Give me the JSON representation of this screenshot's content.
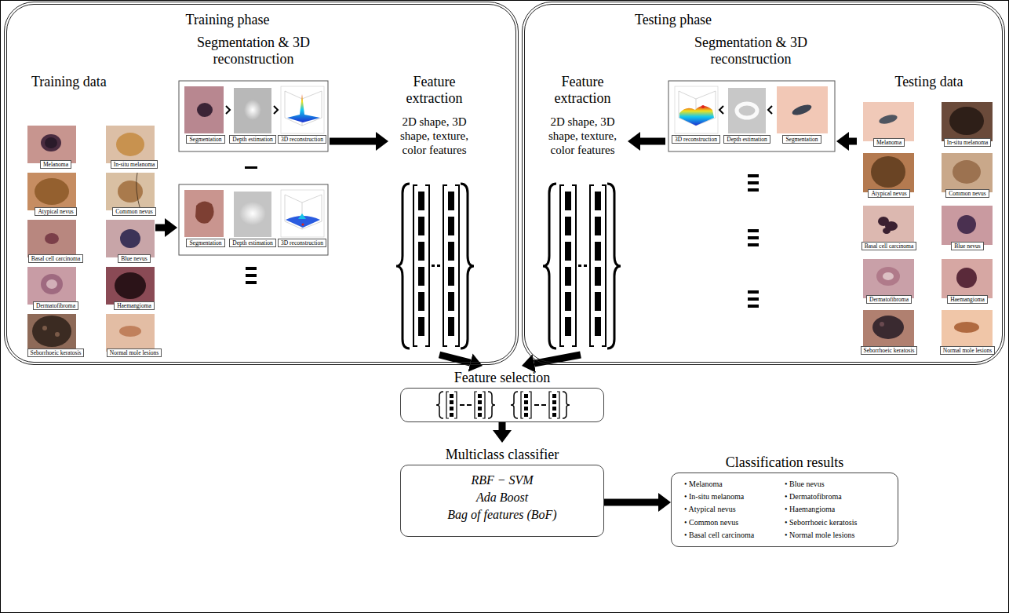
{
  "diagram": {
    "nodes": [
      {
        "text": [
          "Training phase"
        ]
      },
      {
        "text": [
          "Testing phase"
        ]
      },
      {
        "text": [
          "Training data"
        ],
        "in": 0
      },
      {
        "text": [
          "Melanoma"
        ],
        "in": 2
      },
      {
        "text": [
          "In-situ melanoma"
        ],
        "in": 2
      },
      {
        "text": [
          "Atypical nevus"
        ],
        "in": 2
      },
      {
        "text": [
          "Common nevus"
        ],
        "in": 2
      },
      {
        "text": [
          "Basal cell carcinoma"
        ],
        "in": 2
      },
      {
        "text": [
          "Blue nevus"
        ],
        "in": 2
      },
      {
        "text": [
          "Dermatofibroma"
        ],
        "in": 2
      },
      {
        "text": [
          "Haemangioma"
        ],
        "in": 2
      },
      {
        "text": [
          "Seborrhoeic keratosis"
        ],
        "in": 2
      },
      {
        "text": [
          "Normal mole lesions"
        ],
        "in": 2
      },
      {
        "text": [
          "Segmentation & 3D reconstruction"
        ],
        "in": 0
      },
      {
        "text": [
          "Segmentation"
        ],
        "in": 13
      },
      {
        "text": [
          "Depth estimation"
        ],
        "in": 13
      },
      {
        "text": [
          "3D reconstruction"
        ],
        "in": 13
      },
      {
        "text": [
          "Segmentation"
        ],
        "in": 13
      },
      {
        "text": [
          "Depth estimation"
        ],
        "in": 13
      },
      {
        "text": [
          "3D reconstruction"
        ],
        "in": 13
      },
      {
        "text": [
          "Feature extraction",
          "2D shape, 3D shape, texture, color features"
        ],
        "in": 0
      },
      {
        "text": [
          "Feature extraction",
          "2D shape, 3D shape, texture, color features"
        ],
        "in": 1
      },
      {
        "text": [
          "Segmentation & 3D reconstruction"
        ],
        "in": 1
      },
      {
        "text": [
          "3D reconstruction"
        ],
        "in": 22
      },
      {
        "text": [
          "Depth estimation"
        ],
        "in": 22
      },
      {
        "text": [
          "Segmentation"
        ],
        "in": 22
      },
      {
        "text": [
          "Testing data"
        ],
        "in": 1
      },
      {
        "text": [
          "Melanoma"
        ],
        "in": 26
      },
      {
        "text": [
          "In-situ melanoma"
        ],
        "in": 26
      },
      {
        "text": [
          "Atypical nevus"
        ],
        "in": 26
      },
      {
        "text": [
          "Common nevus"
        ],
        "in": 26
      },
      {
        "text": [
          "Basal cell carcinoma"
        ],
        "in": 26
      },
      {
        "text": [
          "Blue nevus"
        ],
        "in": 26
      },
      {
        "text": [
          "Dermatofibroma"
        ],
        "in": 26
      },
      {
        "text": [
          "Haemangioma"
        ],
        "in": 26
      },
      {
        "text": [
          "Seborrhoeic keratosis"
        ],
        "in": 26
      },
      {
        "text": [
          "Normal mole lesions"
        ],
        "in": 26
      },
      {
        "text": [
          "Feature selection"
        ]
      },
      {
        "text": [
          "Multiclass classifier",
          "RBF − SVM",
          "Ada Boost",
          "Bag of features (BoF)"
        ]
      },
      {
        "text": [
          "Classification results",
          "• Melanoma",
          "• In-situ melanoma",
          "• Atypical nevus",
          "• Common nevus",
          "• Basal cell carcinoma",
          "• Blue nevus",
          "• Dermatofibroma",
          "• Haemangioma",
          "• Seborrhoeic keratosis",
          "• Normal mole lesions"
        ]
      }
    ],
    "edges": [
      {
        "from": 2,
        "to": 13,
        "arrow": "to"
      },
      {
        "from": 13,
        "to": 20,
        "arrow": "to"
      },
      {
        "from": 26,
        "to": 22,
        "arrow": "to"
      },
      {
        "from": 22,
        "to": 21,
        "arrow": "to"
      },
      {
        "from": 20,
        "to": 37,
        "arrow": "to"
      },
      {
        "from": 21,
        "to": 37,
        "arrow": "to"
      },
      {
        "from": 37,
        "to": 38,
        "arrow": "to"
      },
      {
        "from": 38,
        "to": 39,
        "arrow": "to"
      }
    ]
  }
}
